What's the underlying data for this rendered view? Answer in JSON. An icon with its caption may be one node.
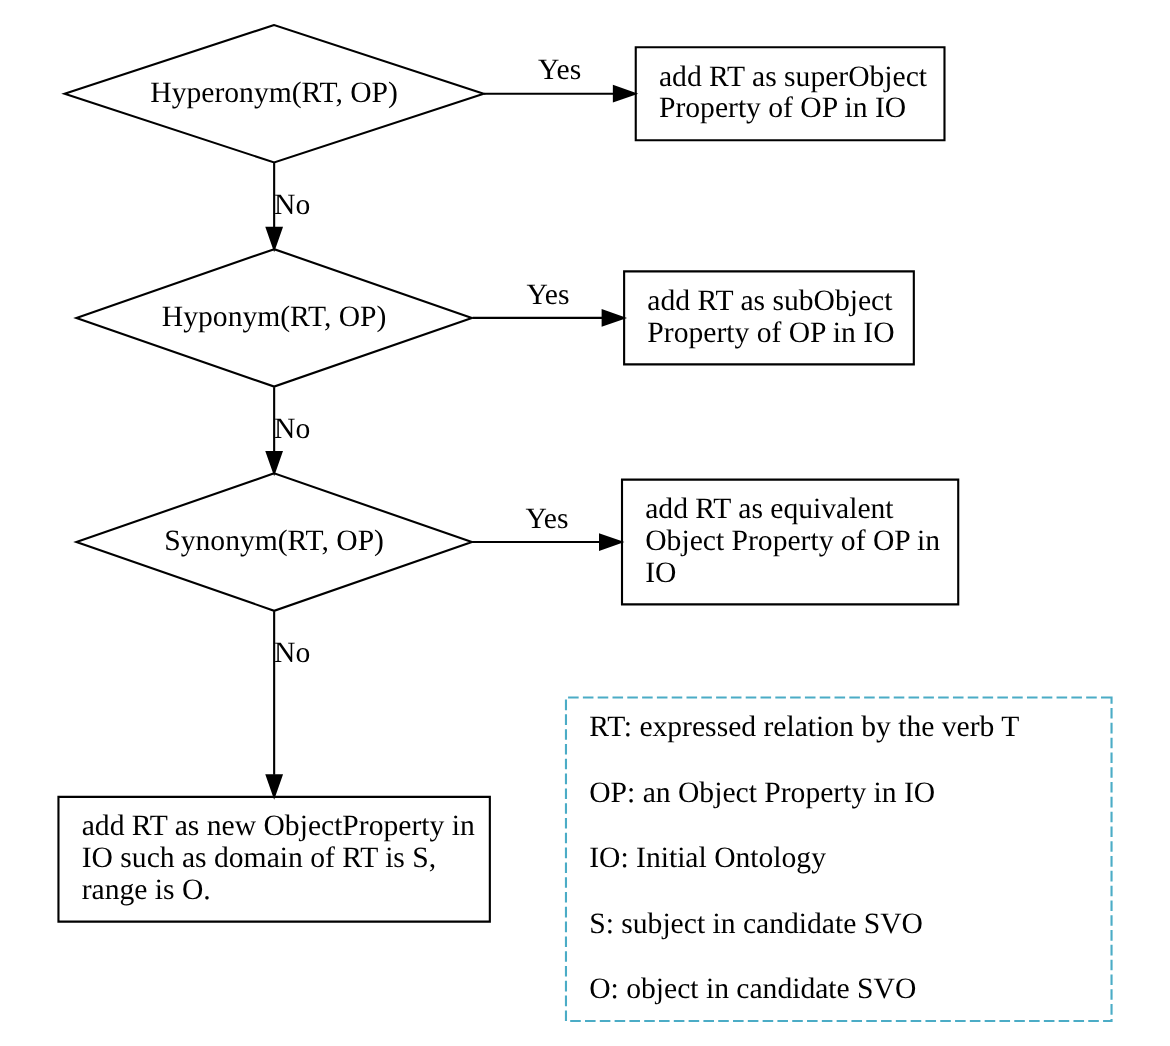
{
  "diagram": {
    "nodes": [
      {
        "text": [
          "Hyperonym(RT, OP)"
        ]
      },
      {
        "text": [
          "add RT as superObject Property of OP in IO"
        ]
      },
      {
        "text": [
          "Hyponym(RT, OP)"
        ]
      },
      {
        "text": [
          "add RT as subObject Property of OP in IO"
        ]
      },
      {
        "text": [
          "Synonym(RT, OP)"
        ]
      },
      {
        "text": [
          "add RT as equivalent Object Property of OP in IO"
        ]
      },
      {
        "text": [
          "add RT as new ObjectProperty in IO such as domain of RT is S, range is O."
        ]
      },
      {
        "text": [
          "RT: expressed relation by the verb T",
          "OP: an Object Property in IO",
          "IO: Initial Ontology",
          "S: subject in candidate SVO",
          "O: object in candidate SVO"
        ]
      }
    ],
    "edges": [
      {
        "from": 0,
        "to": 1,
        "arrow": "to",
        "label": "Yes"
      },
      {
        "from": 0,
        "to": 2,
        "arrow": "to",
        "label": "No"
      },
      {
        "from": 2,
        "to": 3,
        "arrow": "to",
        "label": "Yes"
      },
      {
        "from": 2,
        "to": 4,
        "arrow": "to",
        "label": "No"
      },
      {
        "from": 4,
        "to": 5,
        "arrow": "to",
        "label": "Yes"
      },
      {
        "from": 4,
        "to": 6,
        "arrow": "to",
        "label": "No"
      }
    ]
  }
}
